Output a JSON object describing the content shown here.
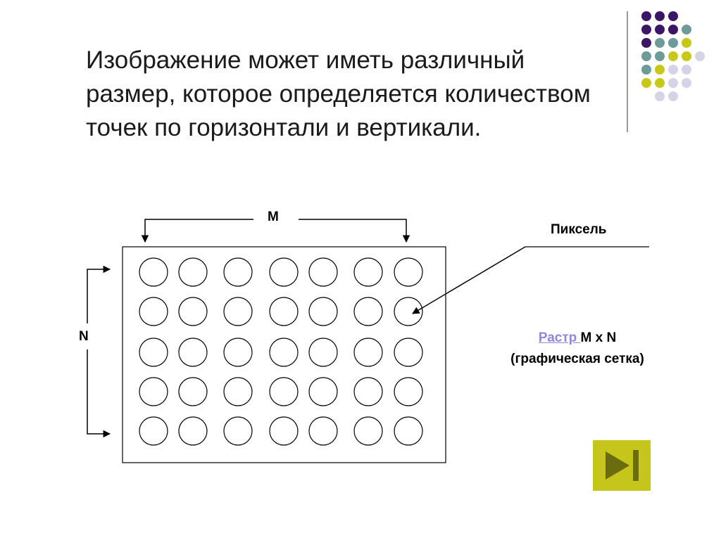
{
  "slide": {
    "text": "Изображение может иметь различный размер, которое определяется количеством точек по горизонтали и вертикали."
  },
  "diagram": {
    "m_label": "M",
    "n_label": "N",
    "pixel_label": "Пиксель",
    "grid": {
      "columns": 7,
      "rows": 5
    }
  },
  "caption": {
    "link_text": "Растр ",
    "suffix": "M x N",
    "line2": "(графическая сетка)"
  },
  "navigation": {
    "next_icon": "skip-forward-icon",
    "button_color": "#c6c61a",
    "icon_color": "#6b6b10"
  },
  "decor": {
    "dot_colors": {
      "P": "#3b1566",
      "T": "#6e9a98",
      "Y": "#c8c818",
      "L": "#d5d3e6"
    },
    "dot_rows": [
      "PPP",
      "PPPT",
      "PTTY",
      "TTYYL",
      "TYLL",
      "YYLL",
      "LL"
    ]
  }
}
